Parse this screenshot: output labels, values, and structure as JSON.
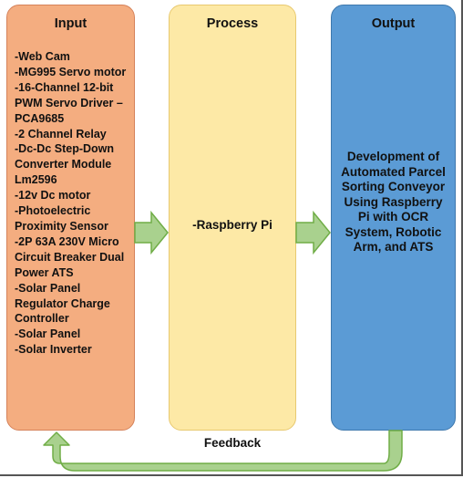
{
  "input": {
    "title": "Input",
    "items": [
      "-Web Cam",
      "-MG995 Servo motor",
      "-16-Channel 12-bit PWM Servo Driver – PCA9685",
      "-2 Channel Relay",
      "-Dc-Dc Step-Down Converter Module Lm2596",
      "-12v Dc motor",
      "-Photoelectric Proximity Sensor",
      "-2P 63A 230V Micro Circuit Breaker Dual Power ATS",
      "-Solar Panel Regulator Charge Controller",
      "-Solar Panel",
      "-Solar Inverter"
    ]
  },
  "process": {
    "title": "Process",
    "text": "-Raspberry Pi"
  },
  "output": {
    "title": "Output",
    "text": "Development of Automated Parcel Sorting Conveyor Using Raspberry Pi with OCR System, Robotic Arm, and ATS"
  },
  "feedback": {
    "label": "Feedback"
  },
  "colors": {
    "input_box": "#f4ad80",
    "process_box": "#fde9a6",
    "output_box": "#5b9bd5",
    "arrow_fill": "#a9d18e",
    "arrow_stroke": "#70ad47"
  }
}
